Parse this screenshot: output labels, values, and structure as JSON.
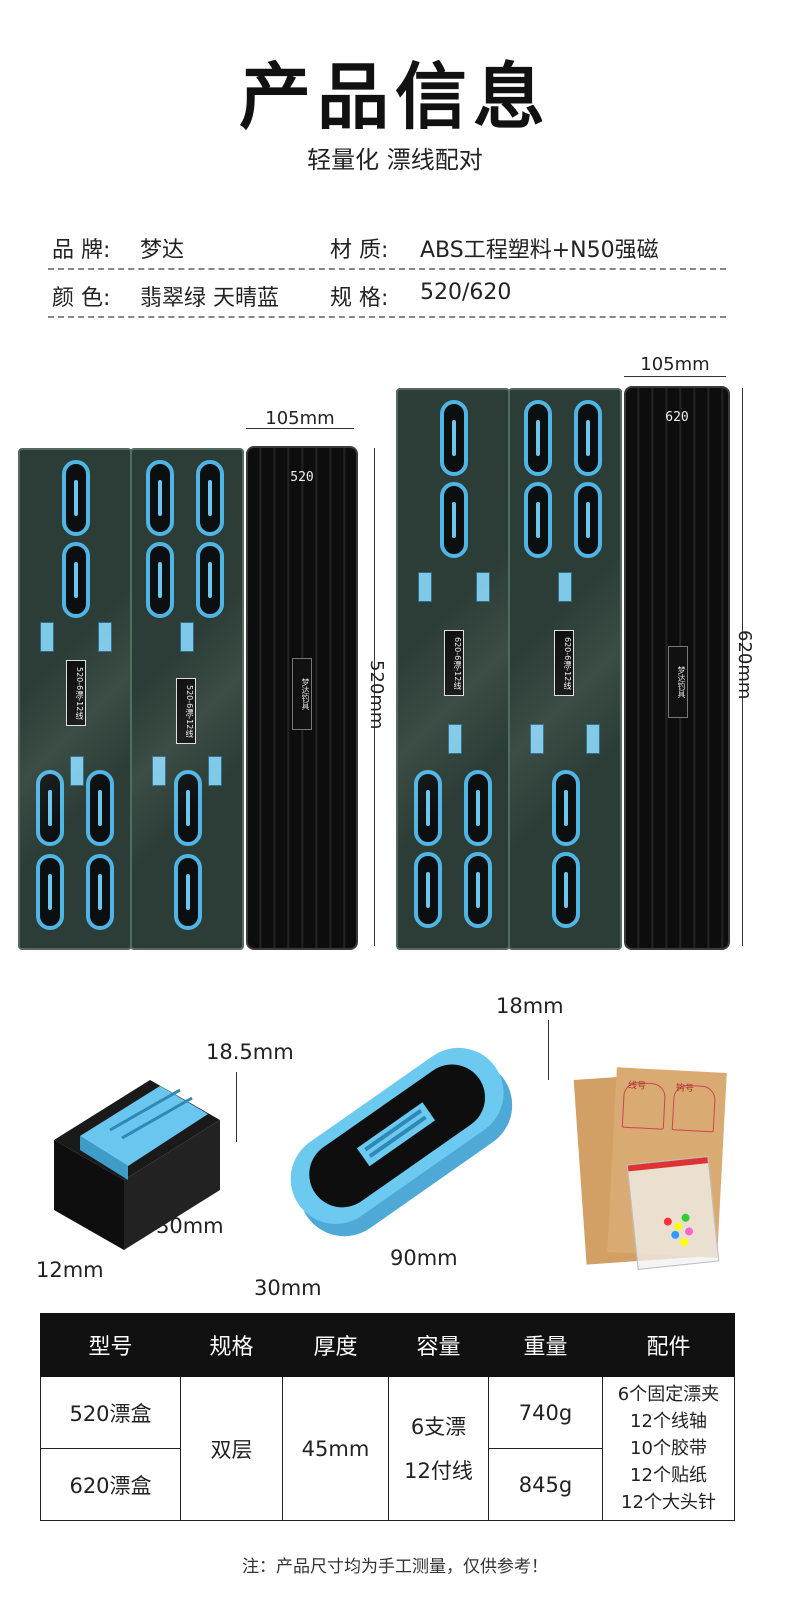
{
  "header": {
    "title": "产品信息",
    "subtitle": "轻量化 漂线配对"
  },
  "info": {
    "brand_label": "品 牌:",
    "brand_value": "梦达",
    "material_label": "材 质:",
    "material_value": "ABS工程塑料+N50强磁",
    "color_label": "颜 色:",
    "color_value": "翡翠绿 天晴蓝",
    "spec_label": "规 格:",
    "spec_value": "520/620"
  },
  "cases": {
    "small_width": "105mm",
    "small_length": "520mm",
    "small_number": "520",
    "large_width": "105mm",
    "large_length": "620mm",
    "large_number": "620",
    "plate_small": "520-6漂-12线",
    "plate_large": "620-6漂-12线",
    "logo_text": "梦达钓具"
  },
  "accessories": {
    "block_height": "18.5mm",
    "block_length": "30mm",
    "block_width": "12mm",
    "spool_height": "18mm",
    "spool_length": "90mm",
    "spool_width": "30mm",
    "sticker_labels": [
      "线号",
      "钩号"
    ]
  },
  "table": {
    "headers": [
      "型号",
      "规格",
      "厚度",
      "容量",
      "重量",
      "配件"
    ],
    "model_520": "520漂盒",
    "model_620": "620漂盒",
    "spec": "双层",
    "thickness": "45mm",
    "capacity_1": "6支漂",
    "capacity_2": "12付线",
    "weight_520": "740g",
    "weight_620": "845g",
    "parts": [
      "6个固定漂夹",
      "12个线轴",
      "10个胶带",
      "12个贴纸",
      "12个大头针"
    ]
  },
  "note": "注：产品尺寸均为手工测量，仅供参考！",
  "colors": {
    "case_green": "#2b3d36",
    "accent_blue": "#4fb5e5",
    "case_black": "#0d0d0d"
  }
}
